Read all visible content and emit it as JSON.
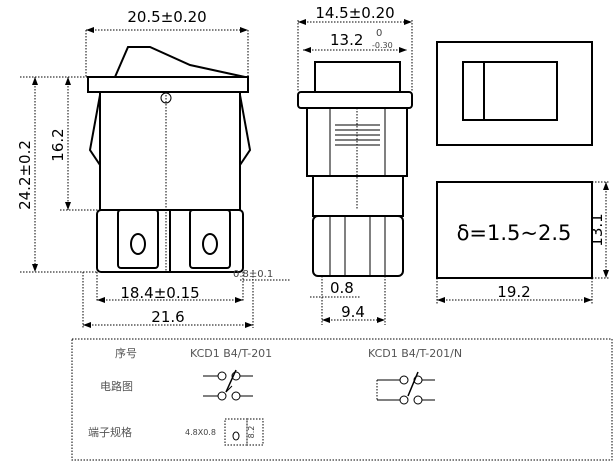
{
  "front_view": {
    "width_total": "20.5±0.20",
    "height_total": "24.2±0.2",
    "height_body": "16.2",
    "width_terminals": "18.4±0.15",
    "width_base": "21.6",
    "terminal_thickness": "0.8±0.1"
  },
  "side_view": {
    "width_total": "14.5±0.20",
    "width_inner": "13.2",
    "tol_upper": "0",
    "tol_lower": "-0.30",
    "terminal": "0.8",
    "width_base": "9.4"
  },
  "panel_cutout": {
    "thickness_label": "δ=1.5~2.5",
    "height": "13.1",
    "width": "19.2"
  },
  "table": {
    "header_label": "序号",
    "model_1": "KCD1 B4/T-201",
    "model_2": "KCD1 B4/T-201/N",
    "circuit_label": "电路图",
    "terminal_label": "端子规格",
    "terminal_spec": "4.8X0.8",
    "terminal_dim": "8.2"
  }
}
